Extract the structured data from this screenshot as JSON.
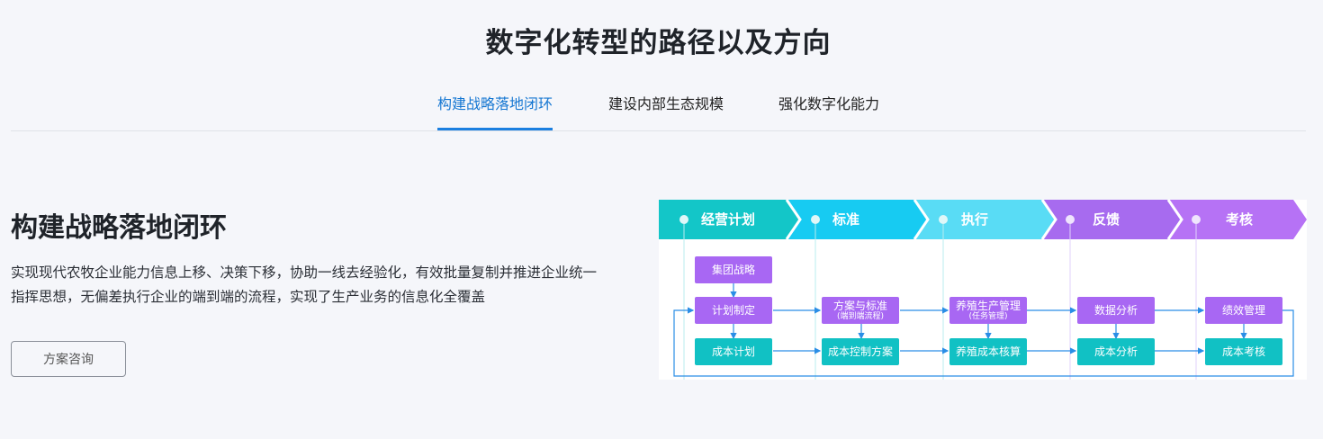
{
  "page": {
    "title": "数字化转型的路径以及方向"
  },
  "tabs": [
    {
      "label": "构建战略落地闭环",
      "active": true
    },
    {
      "label": "建设内部生态规模",
      "active": false
    },
    {
      "label": "强化数字化能力",
      "active": false
    }
  ],
  "section": {
    "title": "构建战略落地闭环",
    "description": "实现现代农牧企业能力信息上移、决策下移，协助一线去经验化，有效批量复制并推进企业统一指挥思想，无偏差执行企业的端到端的流程，实现了生产业务的信息化全覆盖",
    "button_label": "方案咨询"
  },
  "diagram": {
    "stages": [
      {
        "label": "经营计划",
        "color": "#13c6c8"
      },
      {
        "label": "标准",
        "color": "#17cbf2"
      },
      {
        "label": "执行",
        "color": "#59dcf5"
      },
      {
        "label": "反馈",
        "color": "#a76bef"
      },
      {
        "label": "考核",
        "color": "#b672f5"
      }
    ],
    "nodes": {
      "strategy": "集团战略",
      "plan": "计划制定",
      "cost_plan": "成本计划",
      "standard": "方案与标准",
      "standard_sub": "(端到端流程)",
      "cost_control": "成本控制方案",
      "production": "养殖生产管理",
      "production_sub": "(任务管理)",
      "cost_accounting": "养殖成本核算",
      "data_analysis": "数据分析",
      "cost_analysis": "成本分析",
      "performance": "绩效管理",
      "cost_assessment": "成本考核"
    },
    "colors": {
      "purple": "#a867f3",
      "teal": "#11c1c4",
      "arrow": "#2a8ee6"
    }
  }
}
